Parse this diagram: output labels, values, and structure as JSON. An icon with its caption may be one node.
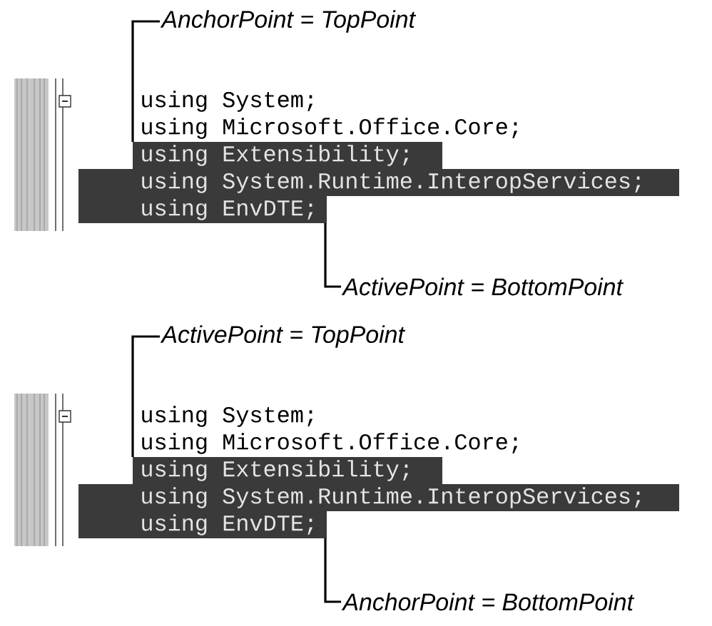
{
  "diagram": {
    "nodes": [
      {
        "text": [
          "AnchorPoint = TopPoint"
        ]
      },
      {
        "text": [
          "ActivePoint = BottomPoint"
        ]
      },
      {
        "text": [
          "ActivePoint = TopPoint"
        ]
      },
      {
        "text": [
          "AnchorPoint = BottomPoint"
        ]
      },
      {
        "text": [],
        "shape": "box"
      },
      {
        "text": [],
        "shape": "box"
      }
    ],
    "edges": [
      {
        "from": 0,
        "to": 4,
        "arrow": "none"
      },
      {
        "from": 1,
        "to": 4,
        "arrow": "none"
      },
      {
        "from": 2,
        "to": 5,
        "arrow": "none"
      },
      {
        "from": 3,
        "to": 5,
        "arrow": "none"
      }
    ],
    "labels": [
      "using System;",
      "using Microsoft.Office.Core;",
      "using Extensibility;",
      "using System.Runtime.InteropServices;",
      "using EnvDTE;",
      "using System;",
      "using Microsoft.Office.Core;",
      "using Extensibility;",
      "using System.Runtime.InteropServices;",
      "using EnvDTE;"
    ]
  }
}
